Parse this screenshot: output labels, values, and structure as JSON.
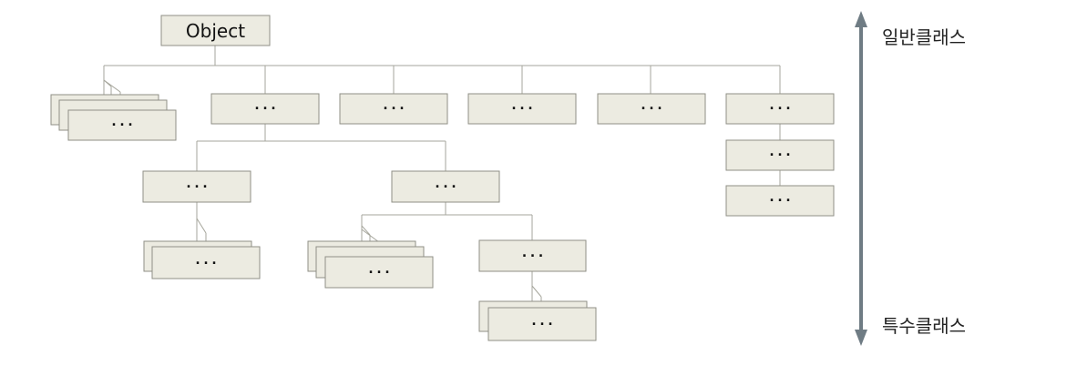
{
  "root_label": "Object",
  "child_label": "···",
  "labels": {
    "general": "일반클래스",
    "special": "특수클래스"
  },
  "colors": {
    "box_fill": "#ecebe1",
    "box_stroke": "#8f8f86",
    "connector": "#a6a69c",
    "arrow": "#6f7c84"
  }
}
